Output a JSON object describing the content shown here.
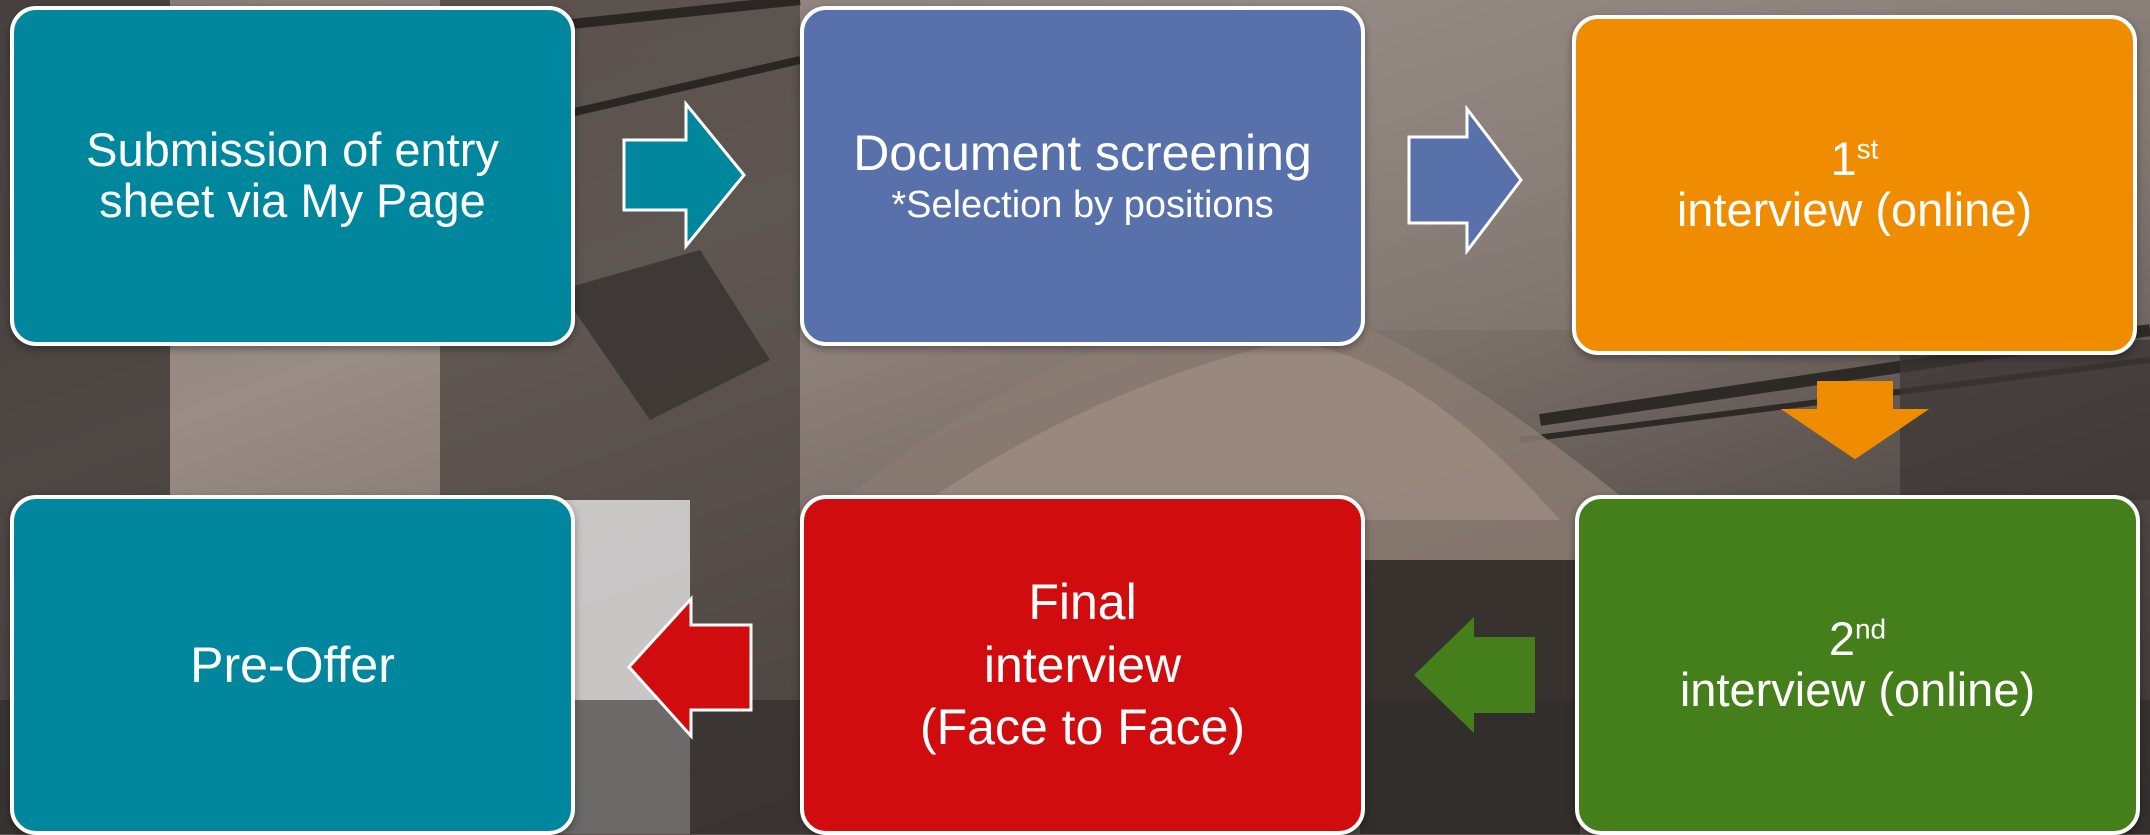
{
  "colors": {
    "teal": "#00879d",
    "slate_blue": "#5871ab",
    "orange": "#f08c00",
    "green": "#457f1c",
    "red": "#d00c0e"
  },
  "steps": [
    {
      "main": "Submission of entry sheet via My Page",
      "color": "#00879d"
    },
    {
      "main": "Document screening",
      "sub": "*Selection by positions",
      "color": "#5871ab"
    },
    {
      "number": "1",
      "suffix": "st",
      "main": "interview (online)",
      "color": "#f08c00"
    },
    {
      "number": "2",
      "suffix": "nd",
      "main": "interview (online)",
      "color": "#457f1c"
    },
    {
      "line1": "Final",
      "line2": "interview",
      "line3": "(Face to Face)",
      "color": "#d00c0e"
    },
    {
      "main": "Pre-Offer",
      "color": "#00879d"
    }
  ],
  "arrows": [
    {
      "from": "step-1",
      "to": "step-2",
      "direction": "right",
      "color": "#00879d"
    },
    {
      "from": "step-2",
      "to": "step-3",
      "direction": "right",
      "color": "#5871ab"
    },
    {
      "from": "step-3",
      "to": "step-4",
      "direction": "down",
      "color": "#f08c00"
    },
    {
      "from": "step-4",
      "to": "step-5",
      "direction": "left",
      "color": "#457f1c"
    },
    {
      "from": "step-5",
      "to": "step-6",
      "direction": "left",
      "color": "#d00c0e"
    }
  ]
}
